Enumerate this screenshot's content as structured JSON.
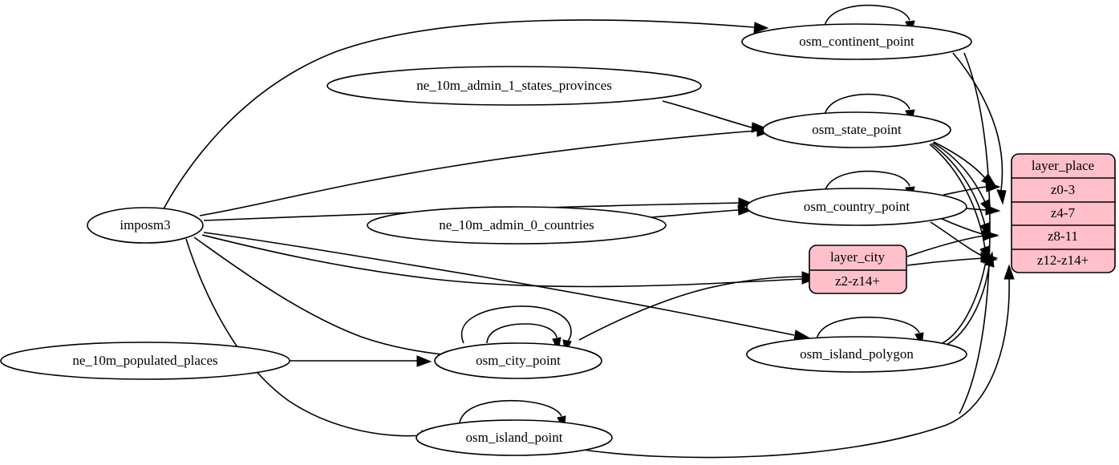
{
  "diagram": {
    "title": "",
    "type": "directed-graph",
    "background_color": "#ffffff",
    "edge_color": "#000000",
    "node_fill": "#ffffff",
    "node_stroke": "#000000",
    "layer_fill": "#ffc0cb"
  },
  "nodes": {
    "imposm3": {
      "label": "imposm3"
    },
    "ne_admin1": {
      "label": "ne_10m_admin_1_states_provinces"
    },
    "ne_admin0": {
      "label": "ne_10m_admin_0_countries"
    },
    "ne_places": {
      "label": "ne_10m_populated_places"
    },
    "osm_continent_point": {
      "label": "osm_continent_point"
    },
    "osm_state_point": {
      "label": "osm_state_point"
    },
    "osm_country_point": {
      "label": "osm_country_point"
    },
    "osm_city_point": {
      "label": "osm_city_point"
    },
    "osm_island_point": {
      "label": "osm_island_point"
    },
    "osm_island_polygon": {
      "label": "osm_island_polygon"
    }
  },
  "layers": {
    "layer_place": {
      "title": "layer_place",
      "rows": [
        "z0-3",
        "z4-7",
        "z8-11",
        "z12-z14+"
      ]
    },
    "layer_city": {
      "title": "layer_city",
      "rows": [
        "z2-z14+"
      ]
    }
  },
  "edges": [
    {
      "from": "imposm3",
      "to": "osm_continent_point"
    },
    {
      "from": "imposm3",
      "to": "osm_state_point"
    },
    {
      "from": "imposm3",
      "to": "osm_country_point"
    },
    {
      "from": "imposm3",
      "to": "osm_island_polygon"
    },
    {
      "from": "imposm3",
      "to": "osm_city_point"
    },
    {
      "from": "imposm3",
      "to": "osm_island_point"
    },
    {
      "from": "imposm3",
      "to": "layer_city.z2-z14+"
    },
    {
      "from": "ne_10m_admin_1_states_provinces",
      "to": "osm_state_point"
    },
    {
      "from": "ne_10m_admin_0_countries",
      "to": "osm_country_point"
    },
    {
      "from": "ne_10m_populated_places",
      "to": "osm_city_point"
    },
    {
      "from": "osm_continent_point",
      "to": "osm_continent_point"
    },
    {
      "from": "osm_state_point",
      "to": "osm_state_point"
    },
    {
      "from": "osm_country_point",
      "to": "osm_country_point"
    },
    {
      "from": "osm_city_point",
      "to": "osm_city_point"
    },
    {
      "from": "osm_island_point",
      "to": "osm_island_point"
    },
    {
      "from": "osm_island_polygon",
      "to": "osm_island_polygon"
    },
    {
      "from": "osm_continent_point",
      "to": "layer_place.z0-3"
    },
    {
      "from": "osm_state_point",
      "to": "layer_place.z0-3"
    },
    {
      "from": "osm_state_point",
      "to": "layer_place.z4-7"
    },
    {
      "from": "osm_state_point",
      "to": "layer_place.z8-11"
    },
    {
      "from": "osm_state_point",
      "to": "layer_place.z12-z14+"
    },
    {
      "from": "osm_country_point",
      "to": "layer_place.z0-3"
    },
    {
      "from": "osm_country_point",
      "to": "layer_place.z4-7"
    },
    {
      "from": "osm_country_point",
      "to": "layer_place.z8-11"
    },
    {
      "from": "osm_country_point",
      "to": "layer_place.z12-z14+"
    },
    {
      "from": "layer_city",
      "to": "layer_place.z8-11"
    },
    {
      "from": "layer_city",
      "to": "layer_place.z12-z14+"
    },
    {
      "from": "osm_island_polygon",
      "to": "layer_place.z8-11"
    },
    {
      "from": "osm_island_polygon",
      "to": "layer_place.z12-z14+"
    },
    {
      "from": "osm_island_point",
      "to": "layer_place.z12-z14+"
    },
    {
      "from": "osm_city_point",
      "to": "layer_city.z2-z14+"
    }
  ]
}
